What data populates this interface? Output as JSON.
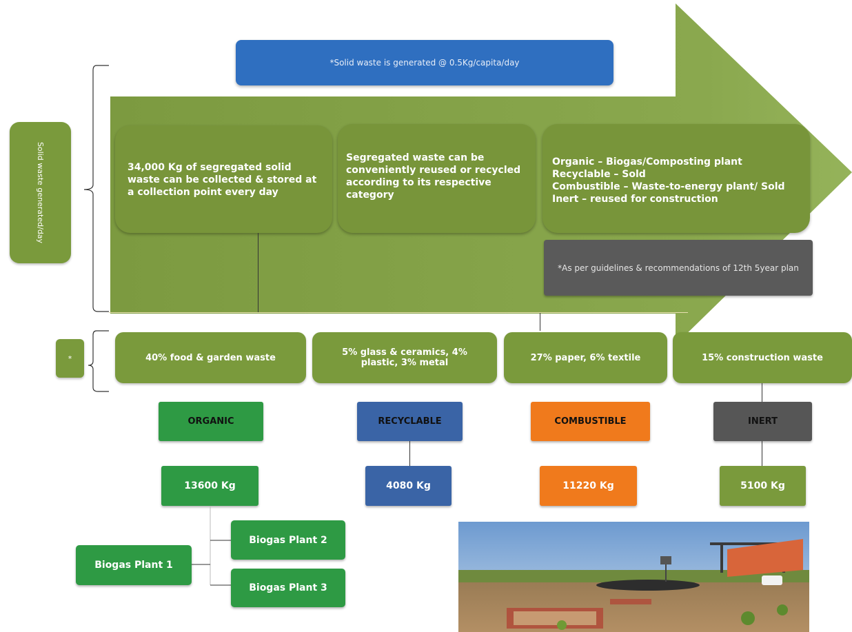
{
  "header_note": "*Solid waste is generated @ 0.5Kg/capita/day",
  "side_label": "Solid waste generated/day",
  "small_label": "*",
  "steps": [
    "34,000 Kg of segregated solid waste can be collected & stored at a collection point every day",
    "Segregated waste can be conveniently reused or recycled according to its respective category",
    "Organic – Biogas/Composting plant\nRecyclable – Sold\nCombustible – Waste-to-energy plant/ Sold\nInert – reused for construction"
  ],
  "guideline_note": "*As per guidelines & recommendations of 12th 5year plan",
  "compositions": [
    "40% food & garden waste",
    "5% glass & ceramics, 4% plastic, 3% metal",
    "27% paper, 6% textile",
    "15% construction waste"
  ],
  "categories": [
    {
      "label": "ORGANIC",
      "quantity": "13600 Kg",
      "color": "#2e9a44"
    },
    {
      "label": "RECYCLABLE",
      "quantity": "4080 Kg",
      "color": "#3a64a6"
    },
    {
      "label": "COMBUSTIBLE",
      "quantity": "11220 Kg",
      "color": "#f07a1c"
    },
    {
      "label": "INERT",
      "quantity": "5100 Kg",
      "color": "#565656",
      "quantity_color": "#7a9a3c"
    }
  ],
  "biogas_plants": [
    "Biogas Plant 1",
    "Biogas Plant 2",
    "Biogas Plant 3"
  ],
  "colors": {
    "arrow": "#86a44a",
    "green_box": "#7a9a3c",
    "blue_banner": "#2f6fc0",
    "grey_note": "#5a5a5a"
  }
}
